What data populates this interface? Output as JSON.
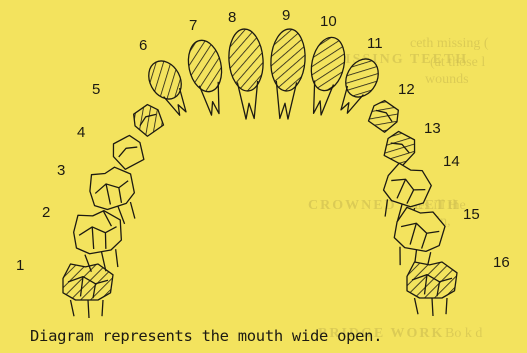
{
  "background_color": "#f3e35e",
  "ink_color": "#1c1a12",
  "caption": "Diagram represents the mouth wide open.",
  "tooth_numbers": [
    "1",
    "2",
    "3",
    "4",
    "5",
    "6",
    "7",
    "8",
    "9",
    "10",
    "11",
    "12",
    "13",
    "14",
    "15",
    "16"
  ],
  "bleed_text": [
    "MISSING TEETH",
    "ceth missing (",
    "(at those l",
    "wounds",
    "CROWNED TEETH",
    "Bles ill the",
    "ain,",
    "BRIDGE WORK",
    "Bo k d"
  ],
  "shaded_teeth": [
    "1",
    "5",
    "6",
    "7",
    "8",
    "9",
    "10",
    "11",
    "12",
    "13",
    "16"
  ]
}
